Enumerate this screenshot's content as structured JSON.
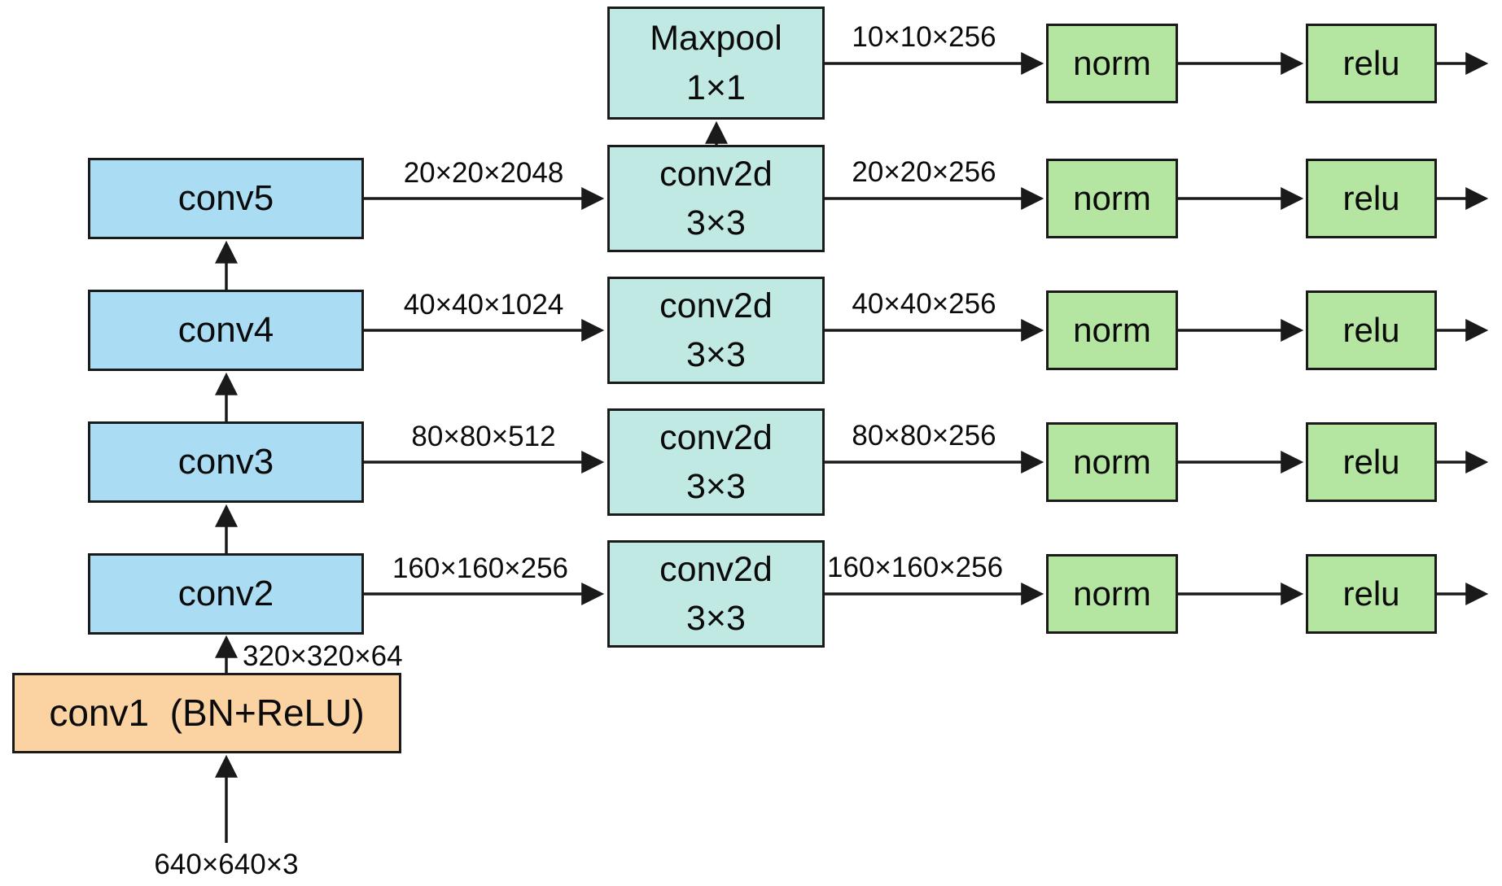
{
  "boxes": {
    "conv1": {
      "label": "conv1  (BN+ReLU)"
    },
    "conv2": {
      "label": "conv2"
    },
    "conv3": {
      "label": "conv3"
    },
    "conv4": {
      "label": "conv4"
    },
    "conv5": {
      "label": "conv5"
    },
    "maxpool": {
      "line1": "Maxpool",
      "line2": "1×1"
    },
    "conv2d": {
      "line1": "conv2d",
      "line2": "3×3"
    },
    "norm": {
      "label": "norm"
    },
    "relu": {
      "label": "relu"
    }
  },
  "dims": {
    "input": "640×640×3",
    "conv1_out": "320×320×64",
    "p2_in": "160×160×256",
    "p2_out": "160×160×256",
    "p3_in": "80×80×512",
    "p3_out": "80×80×256",
    "p4_in": "40×40×1024",
    "p4_out": "40×40×256",
    "p5_in": "20×20×2048",
    "p5_out": "20×20×256",
    "p6_out": "10×10×256"
  },
  "colors": {
    "backbone_fill": "#aaddf4",
    "head_fill": "#c0e9e3",
    "norm_relu_fill": "#b4e5a1",
    "stem_fill": "#fbd3a2",
    "stroke": "#1a1a1a",
    "background": "#ffffff"
  }
}
